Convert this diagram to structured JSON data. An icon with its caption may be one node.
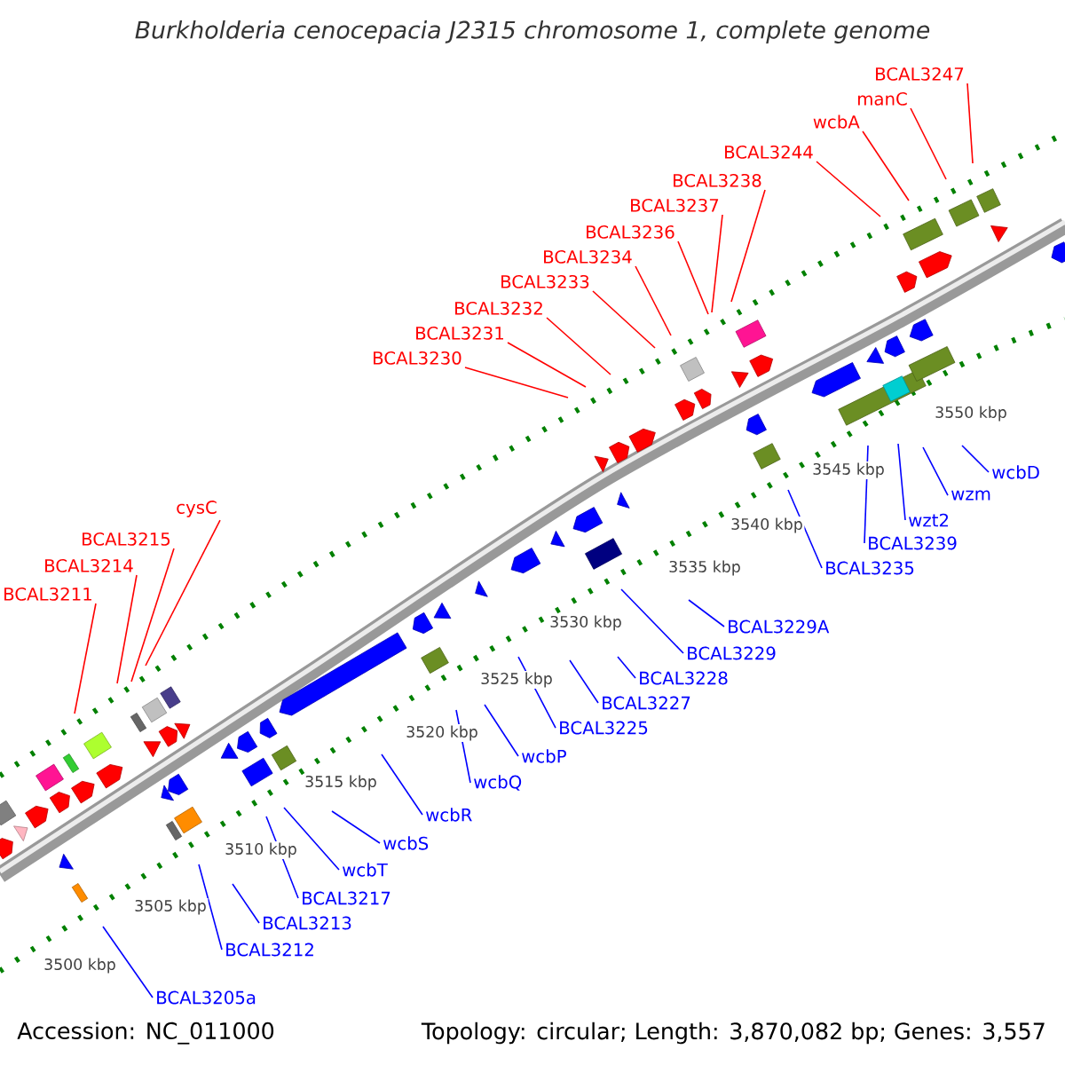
{
  "diagram": {
    "title": "Burkholderia cenocepacia J2315 chromosome 1, complete genome",
    "nodes": [
      {
        "text": [
          "BCAL3211"
        ]
      },
      {
        "text": [
          "BCAL3214"
        ]
      },
      {
        "text": [
          "BCAL3215"
        ]
      },
      {
        "text": [
          "cysC"
        ]
      },
      {
        "text": [
          "BCAL3230"
        ]
      },
      {
        "text": [
          "BCAL3231"
        ]
      },
      {
        "text": [
          "BCAL3232"
        ]
      },
      {
        "text": [
          "BCAL3233"
        ]
      },
      {
        "text": [
          "BCAL3234"
        ]
      },
      {
        "text": [
          "BCAL3236"
        ]
      },
      {
        "text": [
          "BCAL3237"
        ]
      },
      {
        "text": [
          "BCAL3238"
        ]
      },
      {
        "text": [
          "BCAL3244"
        ]
      },
      {
        "text": [
          "wcbA"
        ]
      },
      {
        "text": [
          "manC"
        ]
      },
      {
        "text": [
          "BCAL3247"
        ]
      },
      {
        "text": [
          "BCAL3205a"
        ]
      },
      {
        "text": [
          "BCAL3212"
        ]
      },
      {
        "text": [
          "BCAL3213"
        ]
      },
      {
        "text": [
          "BCAL3217"
        ]
      },
      {
        "text": [
          "wcbT"
        ]
      },
      {
        "text": [
          "wcbS"
        ]
      },
      {
        "text": [
          "wcbR"
        ]
      },
      {
        "text": [
          "wcbQ"
        ]
      },
      {
        "text": [
          "wcbP"
        ]
      },
      {
        "text": [
          "BCAL3225"
        ]
      },
      {
        "text": [
          "BCAL3227"
        ]
      },
      {
        "text": [
          "BCAL3228"
        ]
      },
      {
        "text": [
          "BCAL3229"
        ]
      },
      {
        "text": [
          "BCAL3229A"
        ]
      },
      {
        "text": [
          "BCAL3235"
        ]
      },
      {
        "text": [
          "BCAL3239"
        ]
      },
      {
        "text": [
          "wzt2"
        ]
      },
      {
        "text": [
          "wzm"
        ]
      },
      {
        "text": [
          "wcbD"
        ]
      }
    ],
    "edges": [
      {
        "from": 0,
        "to": null,
        "arrow": "none",
        "color": "#ff0000"
      },
      {
        "from": 1,
        "to": null,
        "arrow": "none",
        "color": "#ff0000"
      },
      {
        "from": 2,
        "to": null,
        "arrow": "none",
        "color": "#ff0000"
      },
      {
        "from": 3,
        "to": null,
        "arrow": "none",
        "color": "#ff0000"
      },
      {
        "from": 4,
        "to": null,
        "arrow": "none",
        "color": "#ff0000"
      },
      {
        "from": 5,
        "to": null,
        "arrow": "none",
        "color": "#ff0000"
      },
      {
        "from": 6,
        "to": null,
        "arrow": "none",
        "color": "#ff0000"
      },
      {
        "from": 7,
        "to": null,
        "arrow": "none",
        "color": "#ff0000"
      },
      {
        "from": 8,
        "to": null,
        "arrow": "none",
        "color": "#ff0000"
      },
      {
        "from": 9,
        "to": null,
        "arrow": "none",
        "color": "#ff0000"
      },
      {
        "from": 10,
        "to": null,
        "arrow": "none",
        "color": "#ff0000"
      },
      {
        "from": 11,
        "to": null,
        "arrow": "none",
        "color": "#ff0000"
      },
      {
        "from": 12,
        "to": null,
        "arrow": "none",
        "color": "#ff0000"
      },
      {
        "from": 13,
        "to": null,
        "arrow": "none",
        "color": "#ff0000"
      },
      {
        "from": 14,
        "to": null,
        "arrow": "none",
        "color": "#ff0000"
      },
      {
        "from": 15,
        "to": null,
        "arrow": "none",
        "color": "#ff0000"
      },
      {
        "from": 16,
        "to": null,
        "arrow": "none"
      },
      {
        "from": 17,
        "to": null,
        "arrow": "none"
      },
      {
        "from": 18,
        "to": null,
        "arrow": "none"
      },
      {
        "from": 19,
        "to": null,
        "arrow": "none"
      },
      {
        "from": 20,
        "to": null,
        "arrow": "none"
      },
      {
        "from": 21,
        "to": null,
        "arrow": "none"
      },
      {
        "from": 22,
        "to": null,
        "arrow": "none"
      },
      {
        "from": 23,
        "to": null,
        "arrow": "none"
      },
      {
        "from": 24,
        "to": null,
        "arrow": "none"
      },
      {
        "from": 25,
        "to": null,
        "arrow": "none"
      },
      {
        "from": 26,
        "to": null,
        "arrow": "none"
      },
      {
        "from": 27,
        "to": null,
        "arrow": "none"
      },
      {
        "from": 28,
        "to": null,
        "arrow": "none"
      },
      {
        "from": 29,
        "to": null,
        "arrow": "none"
      },
      {
        "from": 30,
        "to": null,
        "arrow": "none"
      },
      {
        "from": 31,
        "to": null,
        "arrow": "none"
      },
      {
        "from": 32,
        "to": null,
        "arrow": "none"
      },
      {
        "from": 33,
        "to": null,
        "arrow": "none"
      },
      {
        "from": 34,
        "to": null,
        "arrow": "none"
      }
    ],
    "labels": [
      "3500 kbp",
      "3505 kbp",
      "3510 kbp",
      "3515 kbp",
      "3520 kbp",
      "3525 kbp",
      "3530 kbp",
      "3535 kbp",
      "3540 kbp",
      "3545 kbp",
      "3550 kbp",
      "Accession: NC_011000",
      "Topology: circular; Length: 3,870,082 bp; Genes: 3,557"
    ]
  }
}
